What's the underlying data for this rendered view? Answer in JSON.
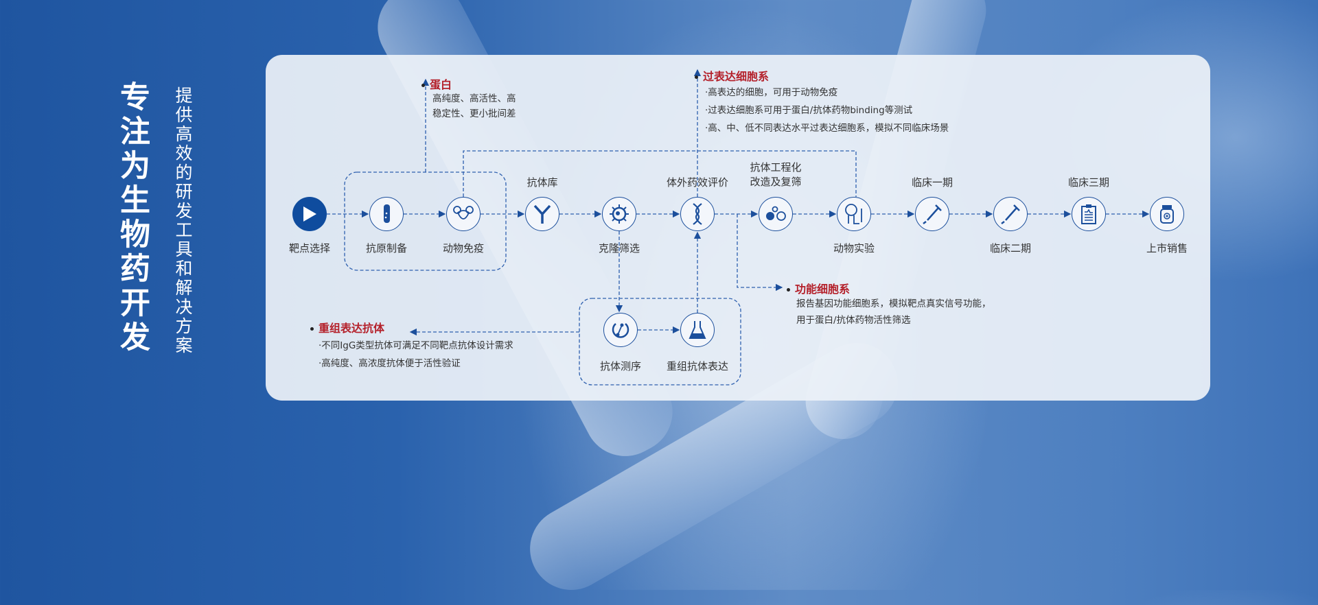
{
  "headline": "专注为生物药开发",
  "subheadline": "提供高效的研发工具和解决方案",
  "steps": {
    "target": "靶点选择",
    "antigen": "抗原制备",
    "immunize": "动物免疫",
    "library": "抗体库",
    "clone": "克隆筛选",
    "invitro": "体外药效评价",
    "engineering": [
      "抗体工程化",
      "改造及复筛"
    ],
    "animal": "动物实验",
    "phase1": "临床一期",
    "phase2": "临床二期",
    "phase3": "临床三期",
    "market": "上市销售",
    "sequencing": "抗体测序",
    "expression": "重组抗体表达"
  },
  "notes": {
    "protein": {
      "title": "蛋白",
      "lines": [
        "高纯度、高活性、高",
        "稳定性、更小批间差"
      ]
    },
    "overexpress": {
      "title": "过表达细胞系",
      "lines": [
        "·高表达的细胞，可用于动物免疫",
        "·过表达细胞系可用于蛋白/抗体药物binding等测试",
        "·高、中、低不同表达水平过表达细胞系，模拟不同临床场景"
      ]
    },
    "functional": {
      "title": "功能细胞系",
      "lines": [
        "报告基因功能细胞系，模拟靶点真实信号功能，",
        "用于蛋白/抗体药物活性筛选"
      ]
    },
    "recombinant": {
      "title": "重组表达抗体",
      "lines": [
        "·不同IgG类型抗体可满足不同靶点抗体设计需求",
        "·高纯度、高浓度抗体便于活性验证"
      ]
    }
  },
  "colors": {
    "primary": "#1c4f9c",
    "accent": "#b4202a"
  }
}
